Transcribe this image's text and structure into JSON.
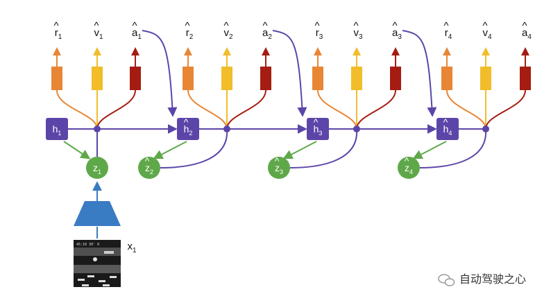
{
  "colors": {
    "purple": "#5c45a8",
    "green": "#5fa84a",
    "orange": "#e88636",
    "yellow": "#f1bd2a",
    "red": "#a51d12",
    "blue": "#3a7cc4"
  },
  "timesteps": [
    {
      "index": "1",
      "h_label": "h",
      "h_hat": false,
      "z_label": "z",
      "z_hat": false,
      "r_label": "r",
      "v_label": "v",
      "a_label": "a"
    },
    {
      "index": "2",
      "h_label": "h",
      "h_hat": true,
      "z_label": "z",
      "z_hat": true,
      "r_label": "r",
      "v_label": "v",
      "a_label": "a"
    },
    {
      "index": "3",
      "h_label": "h",
      "h_hat": true,
      "z_label": "z",
      "z_hat": true,
      "r_label": "r",
      "v_label": "v",
      "a_label": "a"
    },
    {
      "index": "4",
      "h_label": "h",
      "h_hat": true,
      "z_label": "z",
      "z_hat": true,
      "r_label": "r",
      "v_label": "v",
      "a_label": "a"
    }
  ],
  "input": {
    "label": "x",
    "index": "1",
    "thumbnail_icon": "game-screenshot-icon",
    "thumbnail_text": "45:10  30'  0"
  },
  "encoder_icon": "trapezoid-encoder-icon",
  "watermark": {
    "icon": "wechat-icon",
    "text": "自动驾驶之心"
  }
}
